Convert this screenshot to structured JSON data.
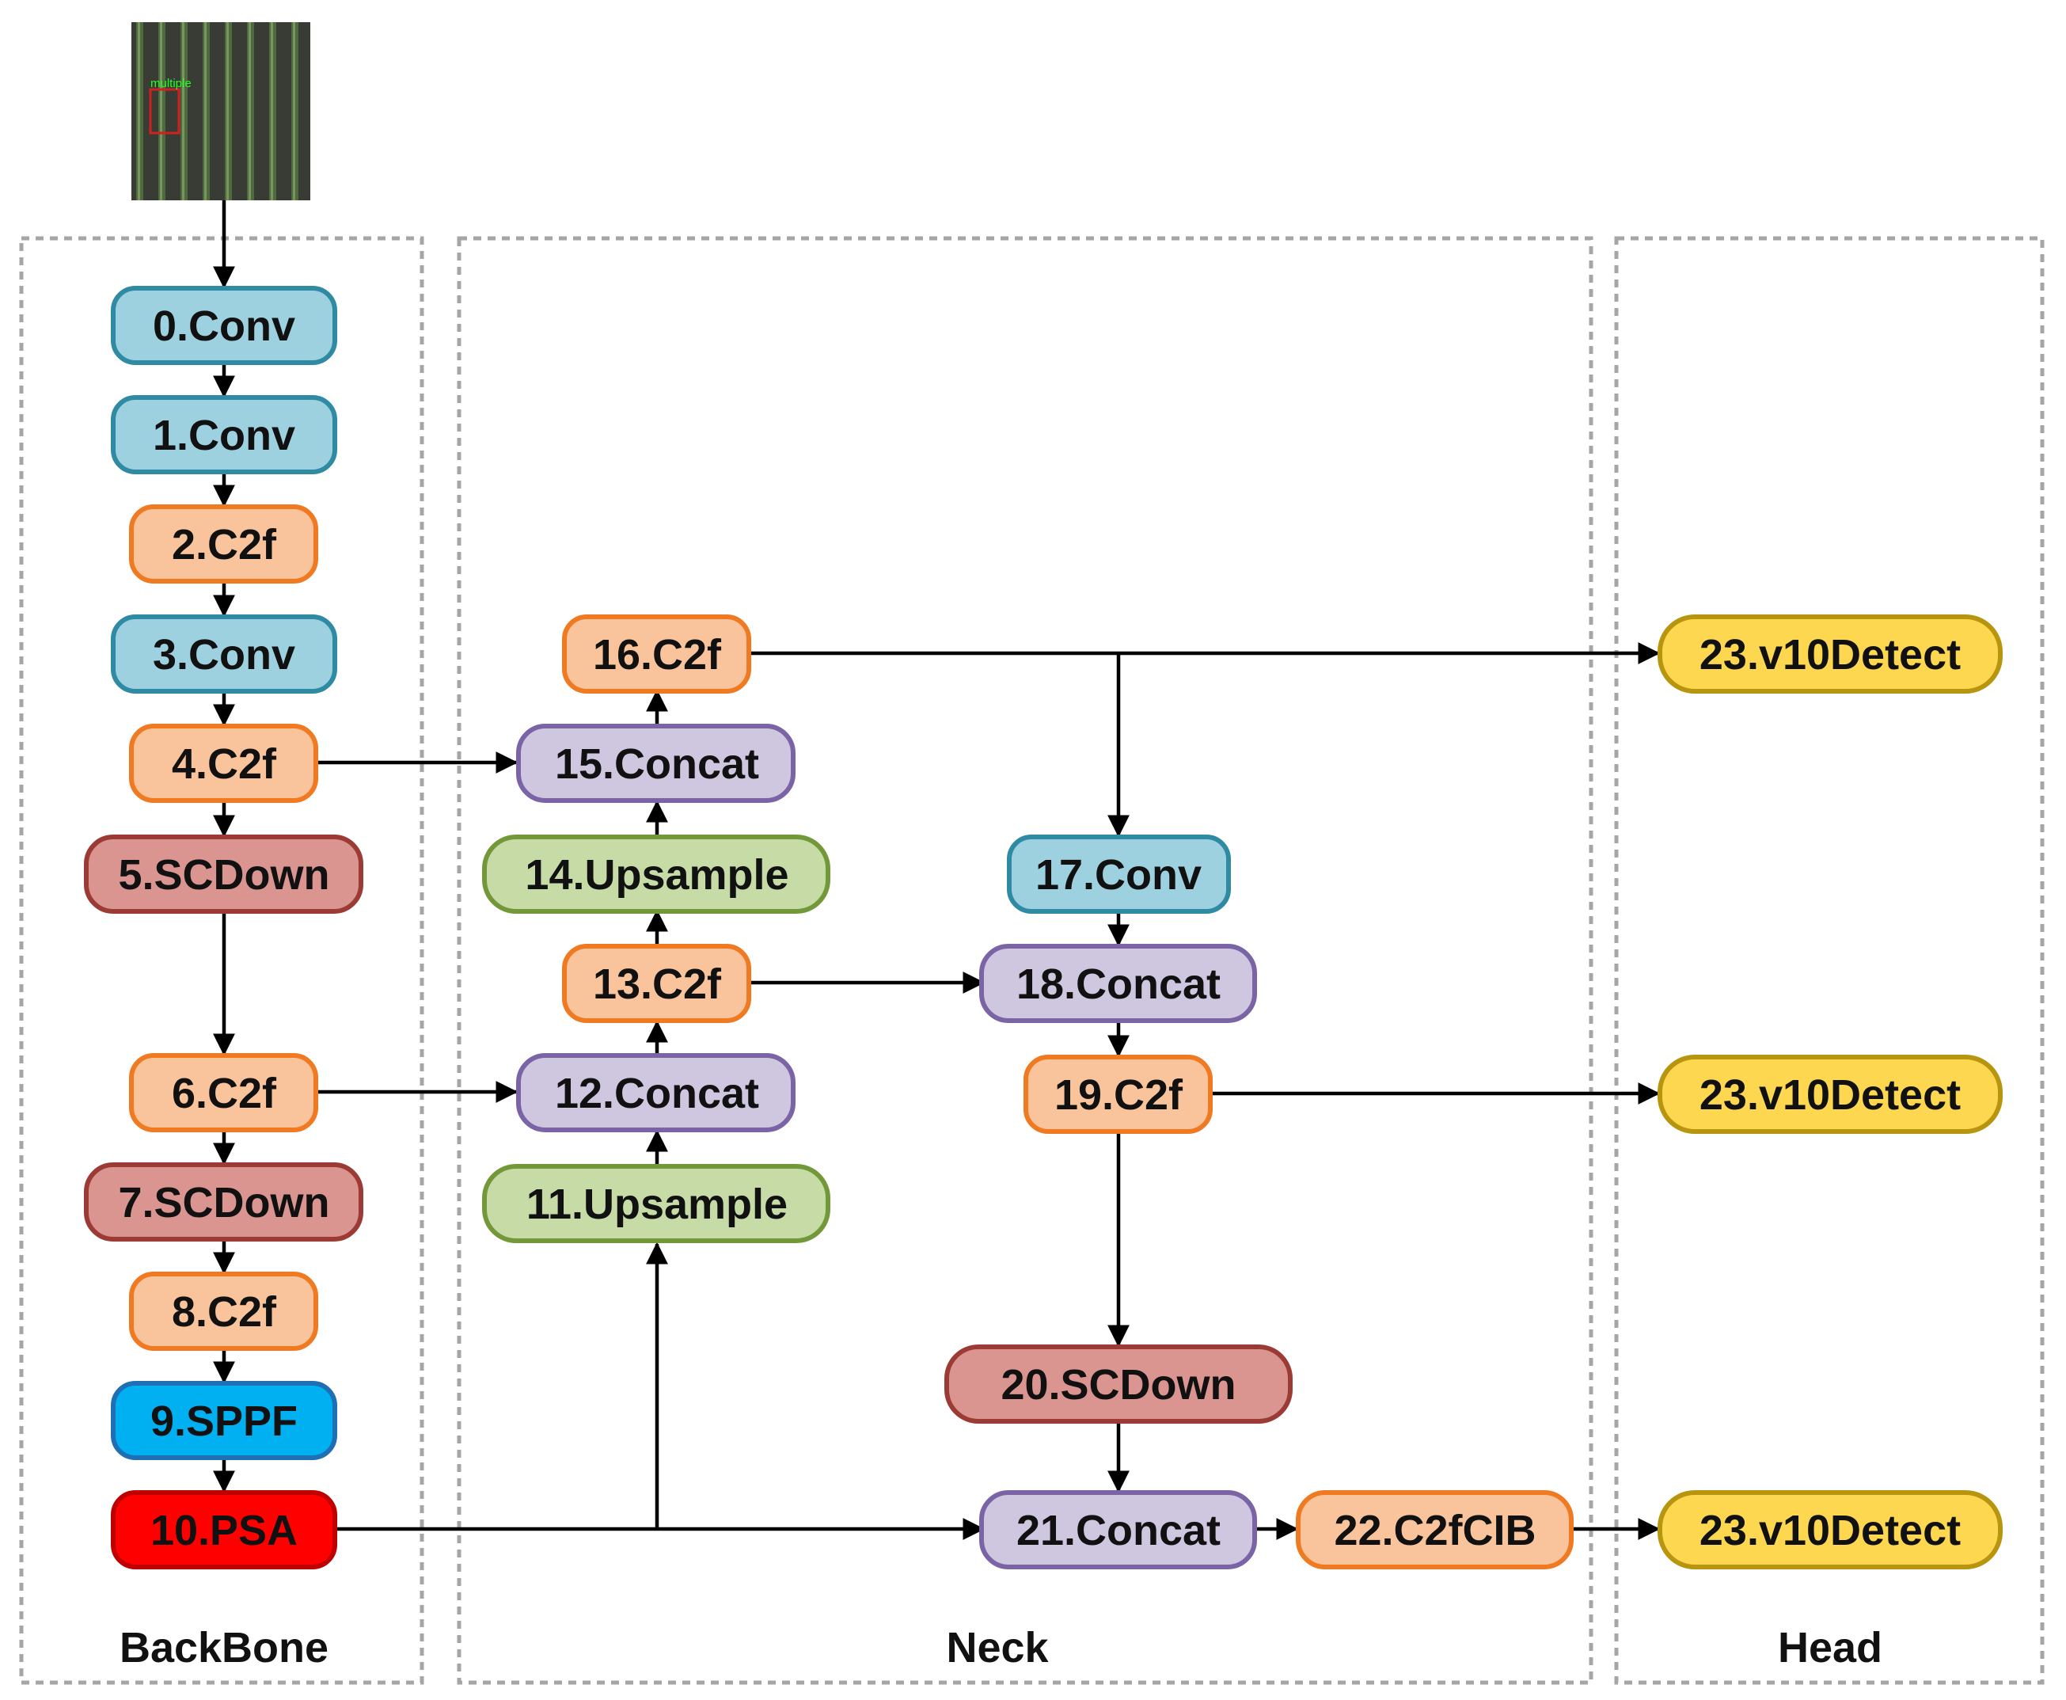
{
  "sections": {
    "backbone": "BackBone",
    "neck": "Neck",
    "head": "Head"
  },
  "nodes": {
    "n0": "0.Conv",
    "n1": "1.Conv",
    "n2": "2.C2f",
    "n3": "3.Conv",
    "n4": "4.C2f",
    "n5": "5.SCDown",
    "n6": "6.C2f",
    "n7": "7.SCDown",
    "n8": "8.C2f",
    "n9": "9.SPPF",
    "n10": "10.PSA",
    "n11": "11.Upsample",
    "n12": "12.Concat",
    "n13": "13.C2f",
    "n14": "14.Upsample",
    "n15": "15.Concat",
    "n16": "16.C2f",
    "n17": "17.Conv",
    "n18": "18.Concat",
    "n19": "19.C2f",
    "n20": "20.SCDown",
    "n21": "21.Concat",
    "n22": "22.C2fCIB",
    "n23a": "23.v10Detect",
    "n23b": "23.v10Detect",
    "n23c": "23.v10Detect"
  },
  "input_image": {
    "label": "multiple",
    "content": "aerial crop field image"
  },
  "colors": {
    "conv_fill": "#9dd1df",
    "conv_stroke": "#2f8aa3",
    "c2f_fill": "#f9c49b",
    "c2f_stroke": "#ef7a22",
    "scdown_fill": "#da9591",
    "scdown_stroke": "#9c3b35",
    "sppf_fill": "#00b0f0",
    "sppf_stroke": "#1f6fb5",
    "psa_fill": "#ff0000",
    "psa_stroke": "#c00000",
    "concat_fill": "#cfc6e0",
    "concat_stroke": "#7b64a6",
    "upsample_fill": "#c6dba6",
    "upsample_stroke": "#73983a",
    "detect_fill": "#fdd750",
    "detect_stroke": "#b8950f",
    "section_border": "#a6a6a6"
  }
}
